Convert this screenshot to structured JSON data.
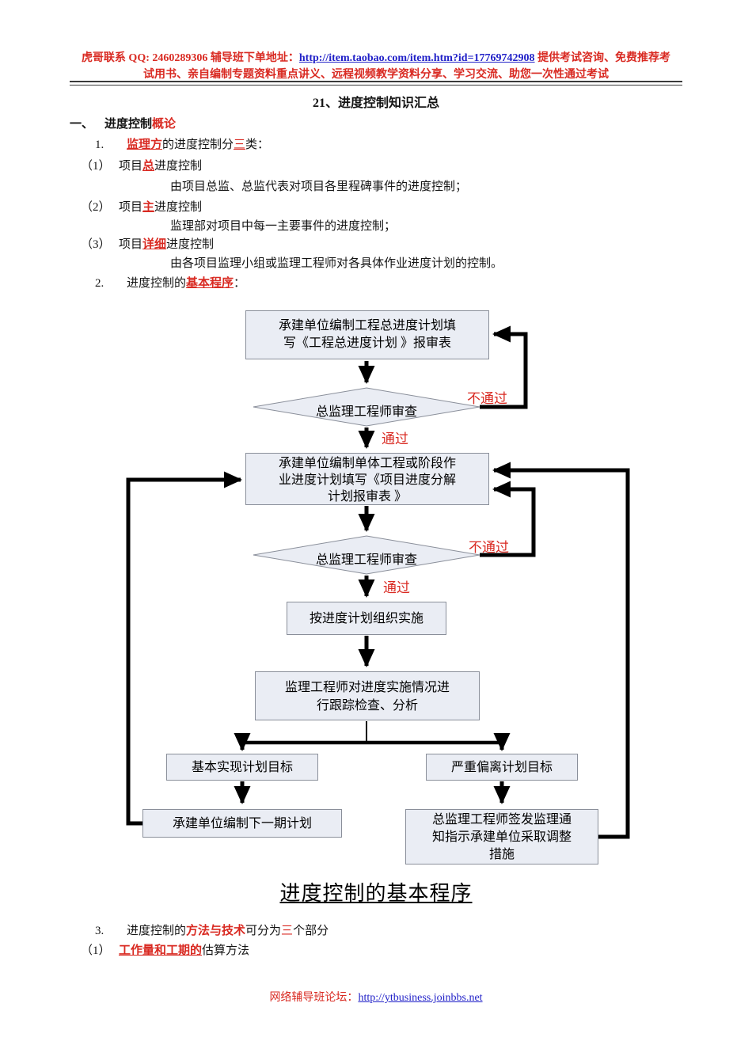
{
  "colors": {
    "accent_red": "#d92a22",
    "link_blue": "#2121c8",
    "node_fill": "#eaedf4",
    "node_border": "#8a8f9a",
    "rule_dark": "#3a3a3a",
    "text_black": "#141414"
  },
  "header": {
    "contact_prefix": "虎哥联系 QQ: 2460289306 辅导班下单地址：",
    "order_link": "http://item.taobao.com/item.htm?id=17769742908",
    "line1_suffix": " 提供考试咨询、免费推荐考",
    "line2": "试用书、亲自编制专题资料重点讲义、远程视频教学资料分享、学习交流、助您一次性通过考试"
  },
  "title": "21、进度控制知识汇总",
  "section1": {
    "num": "一、",
    "label_black": "进度控制",
    "label_red": "概论"
  },
  "item1": {
    "num": "1.",
    "hl1": "监理方",
    "mid": "的进度控制分",
    "hl2": "三",
    "tail": "类："
  },
  "sub1": {
    "num": "（1）",
    "pre": "项目",
    "hl": "总",
    "post": "进度控制",
    "desc": "由项目总监、总监代表对项目各里程碑事件的进度控制；"
  },
  "sub2": {
    "num": "（2）",
    "pre": "项目",
    "hl": "主",
    "post": "进度控制",
    "desc": "监理部对项目中每一主要事件的进度控制；"
  },
  "sub3": {
    "num": "（3）",
    "pre": "项目",
    "hl": "详细",
    "post": "进度控制",
    "desc": "由各项目监理小组或监理工程师对各具体作业进度计划的控制。"
  },
  "item2": {
    "num": "2.",
    "pre": "进度控制的",
    "hl": "基本程序",
    "tail": "："
  },
  "flowchart": {
    "node_top": "承建单位编制工程总进度计划填\n写《工程总进度计划 》报审表",
    "decision1": "总监理工程师审查",
    "no_label1": "不通过",
    "yes_label1": "通过",
    "node_breakdown": "承建单位编制单体工程或阶段作\n业进度计划填写《项目进度分解\n计划报审表 》",
    "decision2": "总监理工程师审查",
    "no_label2": "不通过",
    "yes_label2": "通过",
    "node_implement": "按进度计划组织实施",
    "node_track": "监理工程师对进度实施情况进\n行跟踪检查、分析",
    "node_achieved": "基本实现计划目标",
    "node_deviated": "严重偏离计划目标",
    "node_next_plan": "承建单位编制下一期计划",
    "node_notice": "总监理工程师签发监理通\n知指示承建单位采取调整\n措施",
    "caption": "进度控制的基本程序"
  },
  "item3": {
    "num": "3.",
    "pre": "进度控制的",
    "hl": "方法与技术",
    "mid": "可分为",
    "hl2": "三",
    "tail": "个部分"
  },
  "sub31": {
    "num": "（1）",
    "hl": "工作量和工期的",
    "post": "估算方法"
  },
  "footer": {
    "label": "网络辅导班论坛：",
    "link": "http://ytbusiness.joinbbs.net"
  }
}
